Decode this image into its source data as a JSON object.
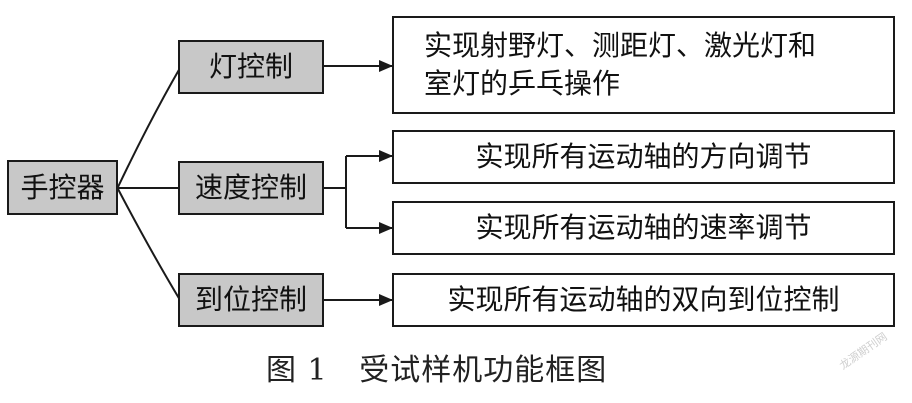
{
  "nodes": {
    "root": "手控器",
    "light": "灯控制",
    "speed": "速度控制",
    "position": "到位控制",
    "light_desc_line1": "实现射野灯、测距灯、激光灯和",
    "light_desc_line2": "室灯的乒乓操作",
    "speed_desc_direction": "实现所有运动轴的方向调节",
    "speed_desc_rate": "实现所有运动轴的速率调节",
    "position_desc": "实现所有运动轴的双向到位控制"
  },
  "caption": "图 1   受试样机功能框图",
  "watermark": "龙源期刊网",
  "colors": {
    "category_fill": "#c8c8c8",
    "line": "#1a1a1a"
  }
}
